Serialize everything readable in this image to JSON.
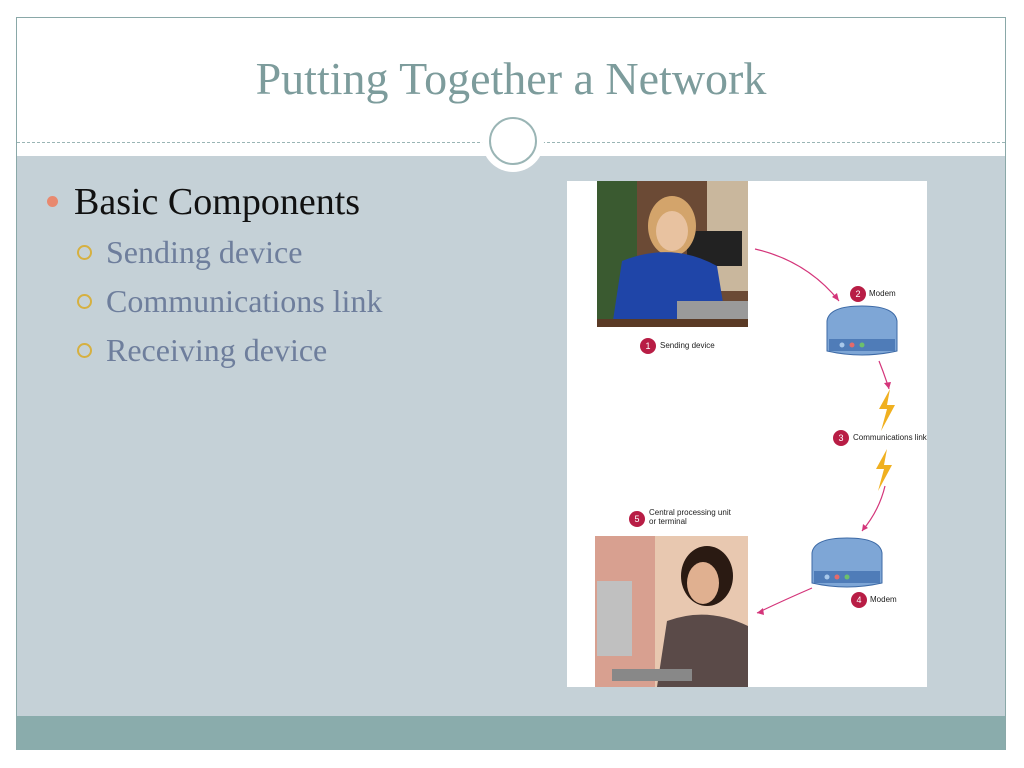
{
  "slide": {
    "title": "Putting Together a Network",
    "main_bullet": "Basic Components",
    "sub_bullets": [
      "Sending device",
      "Communications link",
      "Receiving device"
    ]
  },
  "figure": {
    "labels": {
      "step1": {
        "number": "1",
        "text": "Sending device"
      },
      "step2": {
        "number": "2",
        "text": "Modem"
      },
      "step3": {
        "number": "3",
        "text": "Communications link"
      },
      "step4": {
        "number": "4",
        "text": "Modem"
      },
      "step5": {
        "number": "5",
        "text_line1": "Central processing unit",
        "text_line2": "or terminal"
      }
    },
    "icons": [
      "sender-photo",
      "modem-icon",
      "lightning-icon",
      "receiver-photo"
    ]
  },
  "colors": {
    "title": "#7d9c9c",
    "content_bg": "#c5d1d7",
    "footer_bg": "#8aacac",
    "bullet": "#e8896f",
    "sub_text": "#6e7e9c",
    "step_badge": "#b81d45"
  }
}
